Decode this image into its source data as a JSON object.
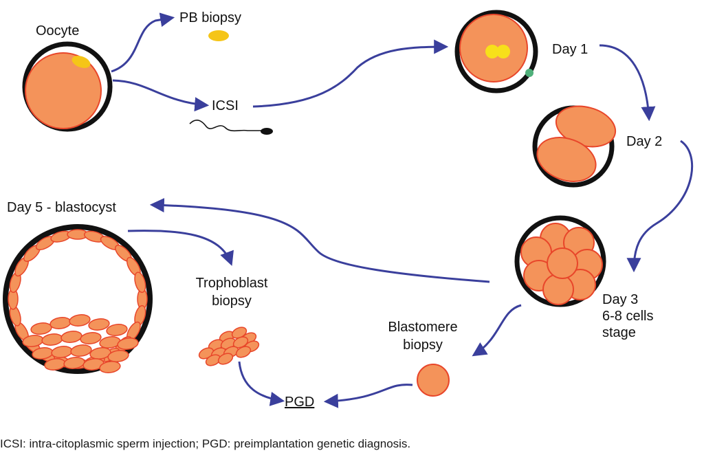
{
  "labels": {
    "oocyte": "Oocyte",
    "pb_biopsy": "PB biopsy",
    "icsi": "ICSI",
    "day1": "Day 1",
    "day2": "Day 2",
    "day3_line1": "Day 3",
    "day3_line2": "6-8 cells",
    "day3_line3": "stage",
    "day5": "Day 5 - blastocyst",
    "trophoblast_line1": "Trophoblast",
    "trophoblast_line2": "biopsy",
    "blastomere_line1": "Blastomere",
    "blastomere_line2": "biopsy",
    "pgd": "PGD"
  },
  "caption": "ICSI: intra-citoplasmic sperm injection; PGD: preimplantation genetic diagnosis.",
  "colors": {
    "cell_fill": "#f4935a",
    "cell_stroke": "#e8462a",
    "arrow": "#3a3f9c",
    "ring": "#111111",
    "polar_body": "#f5c518",
    "pronuclei": "#f7e01a",
    "green_body": "#4fb07a"
  }
}
